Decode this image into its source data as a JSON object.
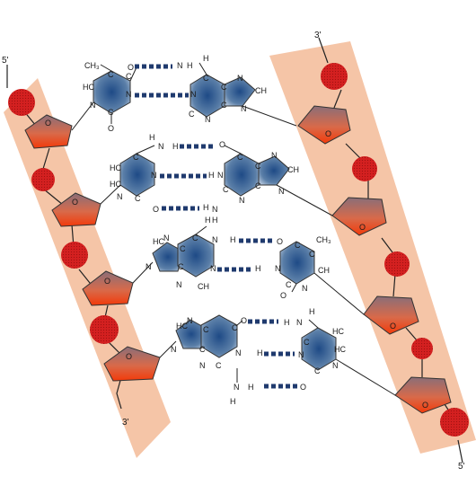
{
  "strand_left": {
    "five_prime": "5'",
    "three_prime": "3'"
  },
  "strand_right": {
    "five_prime": "5'",
    "three_prime": "3'"
  },
  "pair1": {
    "t": {
      "methyl": "CH₃",
      "c5": "C",
      "c4": "C",
      "n3": "N",
      "hc6": "HC",
      "n1": "N",
      "c2": "C",
      "o4": "O",
      "o2": "O"
    },
    "a": {
      "h": "H",
      "n_amine": "N",
      "h_amine": "H",
      "n1": "N",
      "c2": "C",
      "n3": "N",
      "c6": "C",
      "c5": "C",
      "c4": "C",
      "n7": "N",
      "ch8": "CH",
      "n9": "N",
      "n": "N"
    }
  },
  "pair2": {
    "c": {
      "h_top": "H",
      "n_top": "N",
      "h_mid": "H",
      "c4": "C",
      "hc5": "HC",
      "n3": "N",
      "hc6": "HC",
      "c2": "C",
      "n1": "N",
      "o2": "O"
    },
    "g": {
      "o6": "O",
      "c6": "C",
      "n1": "N",
      "h1": "H",
      "c5": "C",
      "n7": "N",
      "ch8": "CH",
      "c4": "C",
      "n3": "N",
      "c2": "C",
      "n9": "N",
      "h_amine": "H",
      "n_amine": "N",
      "h2": "H"
    }
  },
  "pair3": {
    "a": {
      "h_top": "H",
      "n_amine": "N",
      "h_amine": "H",
      "hc": "HC",
      "n7": "N",
      "c5": "C",
      "c6": "C",
      "n1": "N",
      "n9": "N",
      "c4": "C",
      "n3": "N",
      "ch2": "CH"
    },
    "t": {
      "o4": "O",
      "c4": "C",
      "c5": "C",
      "ch3": "CH₃",
      "h3": "H",
      "n3": "N",
      "ch6": "CH",
      "c2": "C",
      "o2": "O",
      "n1": "N"
    }
  },
  "pair4": {
    "g": {
      "hc": "HC",
      "n7": "N",
      "c5": "C",
      "c6": "C",
      "o6": "O",
      "n9": "N",
      "c4": "C",
      "n1": "N",
      "h1": "H",
      "n3": "N",
      "c2": "C",
      "n_amine": "N",
      "h_amine": "H",
      "h2": "H"
    },
    "c": {
      "h_top": "H",
      "n_top": "N",
      "h_side": "H",
      "c4": "C",
      "hc5": "HC",
      "n3": "N",
      "hc6": "HC",
      "c2": "C",
      "n1": "N",
      "o2": "O"
    }
  },
  "colors": {
    "backbone_band": "#f4c0a0",
    "phosphate": "#d42020",
    "sugar_top": "#a06a6a",
    "sugar_bottom": "#e85a1a",
    "base_center": "#1e4a86",
    "base_edge": "#8fa6c2",
    "hbond": "#1f3a6e"
  }
}
